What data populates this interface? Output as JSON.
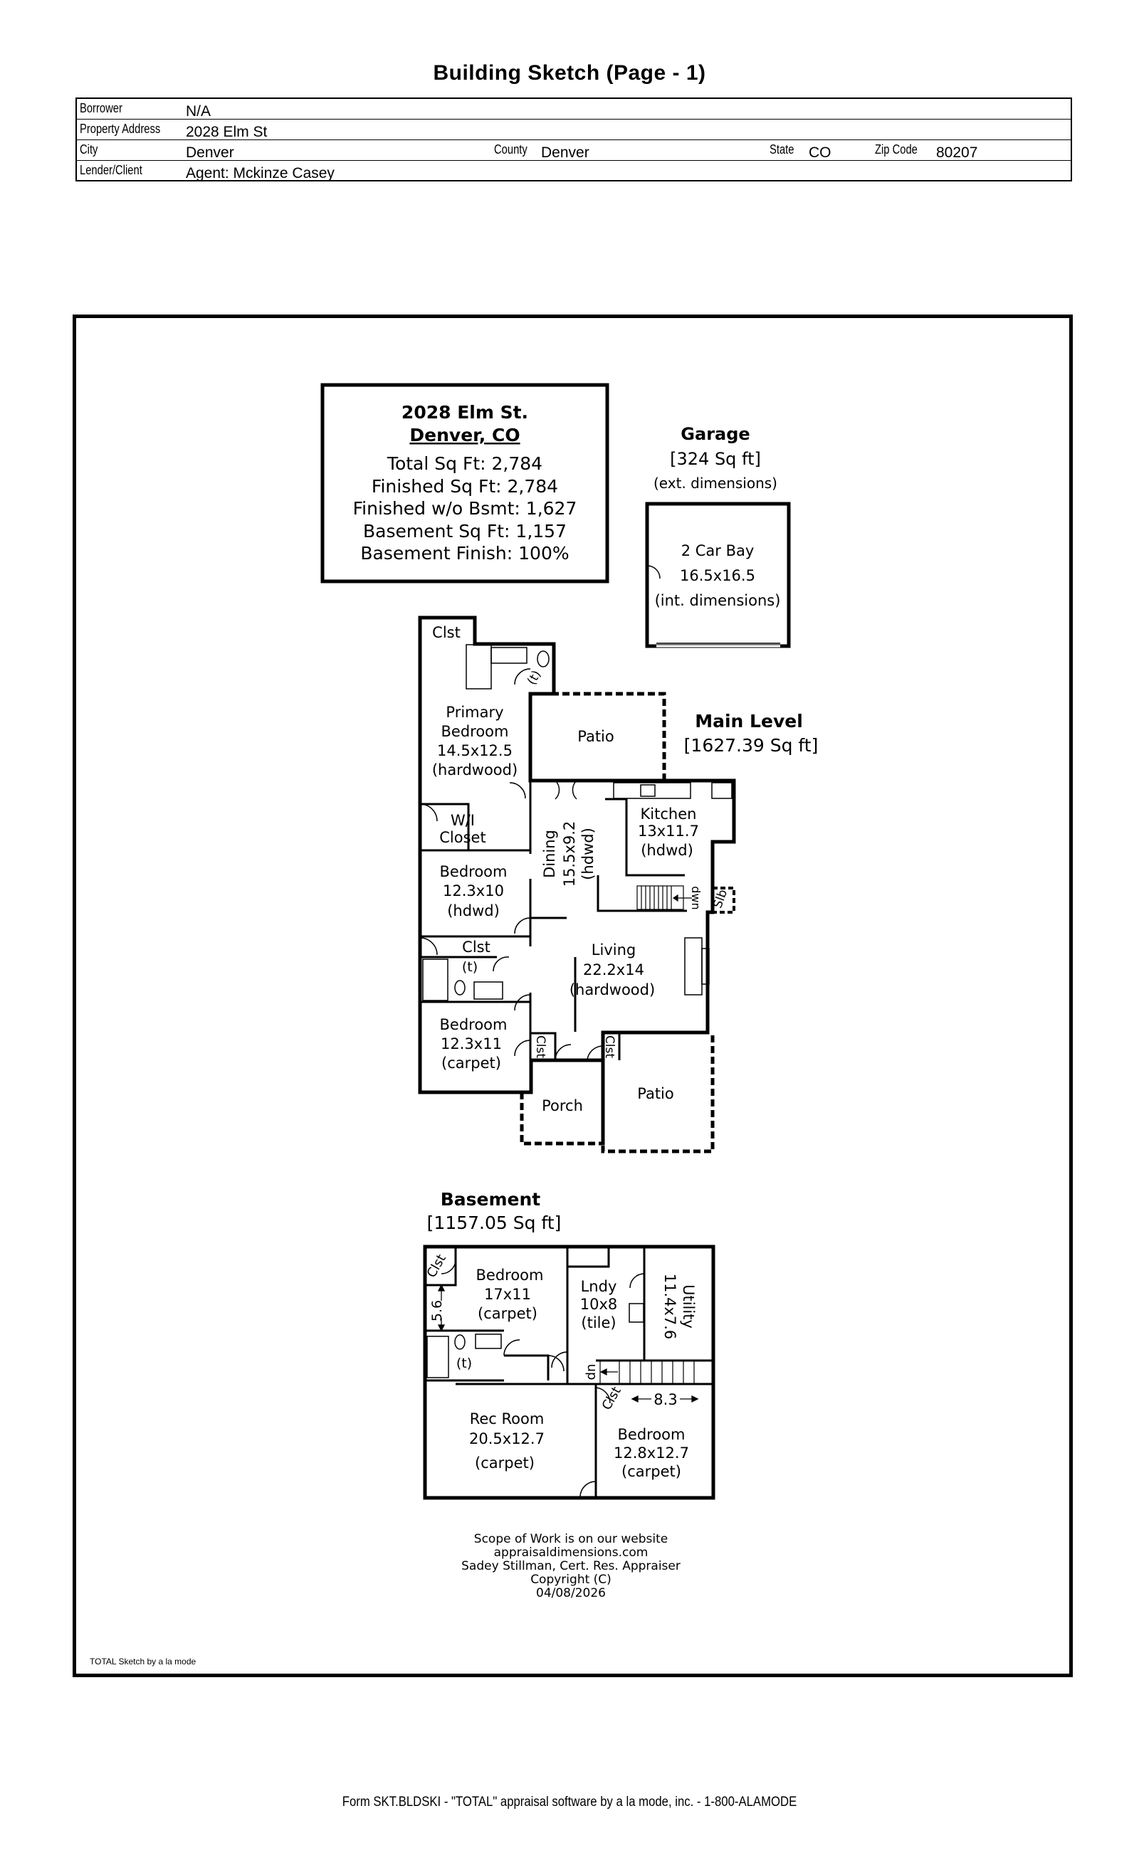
{
  "page_title": "Building Sketch (Page - 1)",
  "info": {
    "borrower_label": "Borrower",
    "borrower": "N/A",
    "address_label": "Property Address",
    "address": "2028 Elm St",
    "city_label": "City",
    "city": "Denver",
    "county_label": "County",
    "county": "Denver",
    "state_label": "State",
    "state": "CO",
    "zip_label": "Zip Code",
    "zip": "80207",
    "lender_label": "Lender/Client",
    "lender": "Agent: Mckinze Casey"
  },
  "summary": {
    "title": "2028 Elm St.",
    "city": "Denver, CO",
    "total": "Total Sq Ft: 2,784",
    "finished": "Finished Sq Ft: 2,784",
    "finished_wo_bsmt": "Finished w/o Bsmt: 1,627",
    "basement": "Basement Sq Ft: 1,157",
    "basement_finish": "Basement Finish: 100%"
  },
  "garage": {
    "title": "Garage",
    "area": "[324 Sq ft]",
    "note": "(ext. dimensions)",
    "bay": "2 Car Bay",
    "dims": "16.5x16.5",
    "int_note": "(int. dimensions)"
  },
  "main_level": {
    "title": "Main Level",
    "area": "[1627.39 Sq ft]",
    "clst_top": "Clst",
    "t_primary": "(t)",
    "primary_1": "Primary",
    "primary_2": "Bedroom",
    "primary_3": "14.5x12.5",
    "primary_4": "(hardwood)",
    "patio_top": "Patio",
    "wi_1": "W/I",
    "wi_2": "Closet",
    "dining_1": "Dining",
    "dining_2": "15.5x9.2",
    "dining_3": "(hdwd)",
    "kitchen_1": "Kitchen",
    "kitchen_2": "13x11.7",
    "kitchen_3": "(hdwd)",
    "dwn": "dwn",
    "slb": "Slb",
    "bed2_1": "Bedroom",
    "bed2_2": "12.3x10",
    "bed2_3": "(hdwd)",
    "clst_mid": "Clst",
    "t_bath": "(t)",
    "living_1": "Living",
    "living_2": "22.2x14",
    "living_3": "(hardwood)",
    "bed3_1": "Bedroom",
    "bed3_2": "12.3x11",
    "bed3_3": "(carpet)",
    "clst_a": "Clst",
    "clst_b": "Clst",
    "porch": "Porch",
    "patio_bottom": "Patio"
  },
  "basement": {
    "title": "Basement",
    "area": "[1157.05 Sq ft]",
    "clst_1": "Clst",
    "dim_56": "5.6",
    "bed_1": "Bedroom",
    "bed_2": "17x11",
    "bed_3": "(carpet)",
    "lndy_1": "Lndy",
    "lndy_2": "10x8",
    "lndy_3": "(tile)",
    "util_1": "Utility",
    "util_2": "11.4x7.6",
    "t": "(t)",
    "up": "up",
    "clst_2": "Clst",
    "dim_83": "8.3",
    "rec_1": "Rec Room",
    "rec_2": "20.5x12.7",
    "rec_3": "(carpet)",
    "bed2_1": "Bedroom",
    "bed2_2": "12.8x12.7",
    "bed2_3": "(carpet)"
  },
  "scope": {
    "line1": "Scope of Work is on our website",
    "line2": "appraisaldimensions.com",
    "line3": "Sadey Stillman, Cert. Res. Appraiser",
    "line4": "Copyright (C)",
    "line5": "04/08/2026"
  },
  "credit": "TOTAL Sketch by a la mode",
  "footer": "Form SKT.BLDSKI - \"TOTAL\" appraisal software by a la mode, inc. - 1-800-ALAMODE"
}
